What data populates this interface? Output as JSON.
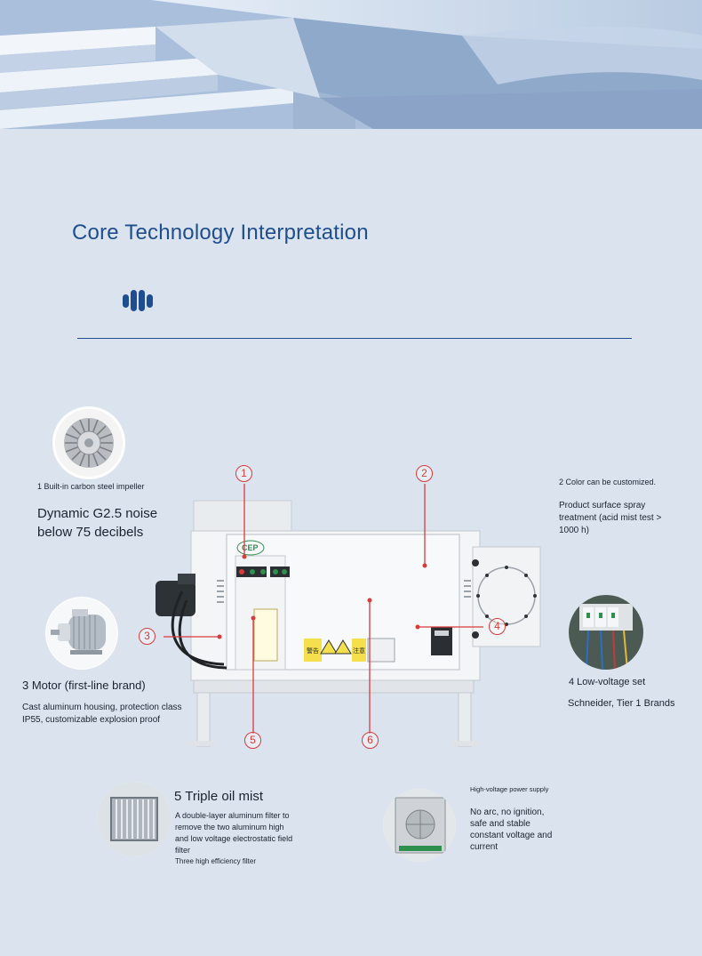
{
  "header": {
    "title": "Core Technology Interpretation"
  },
  "features": {
    "impeller": {
      "caption": "1 Built-in carbon steel impeller",
      "headline_line1": "Dynamic G2.5 noise",
      "headline_line2": "below 75 decibels"
    },
    "color": {
      "caption": "2 Color can be customized.",
      "desc_line1": "Product surface spray",
      "desc_line2": "treatment (acid mist test >",
      "desc_line3": "1000 h)"
    },
    "motor": {
      "headline": "3 Motor (first-line brand)",
      "desc_line1": "Cast aluminum housing, protection class",
      "desc_line2": "IP55, customizable explosion proof"
    },
    "low_voltage": {
      "headline": "4 Low-voltage set",
      "desc": "Schneider, Tier 1 Brands"
    },
    "oil_mist": {
      "headline": "5 Triple oil mist",
      "desc_line1": "A double-layer aluminum filter to",
      "desc_line2": "remove the two aluminum high",
      "desc_line3": "and low voltage electrostatic field",
      "desc_line4": "filter",
      "sub": "Three high efficiency filter"
    },
    "high_voltage": {
      "caption": "High-voltage power supply",
      "desc_line1": "No arc, no ignition,",
      "desc_line2": "safe and stable",
      "desc_line3": "constant voltage and",
      "desc_line4": "current"
    }
  },
  "machine": {
    "logo": "CEP",
    "callouts": [
      "1",
      "2",
      "3",
      "4",
      "5",
      "6"
    ],
    "warning_labels": [
      "警告",
      "注意"
    ]
  },
  "colors": {
    "title": "#1f4e8f",
    "background": "#dbe3ee",
    "callout": "#d93a3a"
  }
}
